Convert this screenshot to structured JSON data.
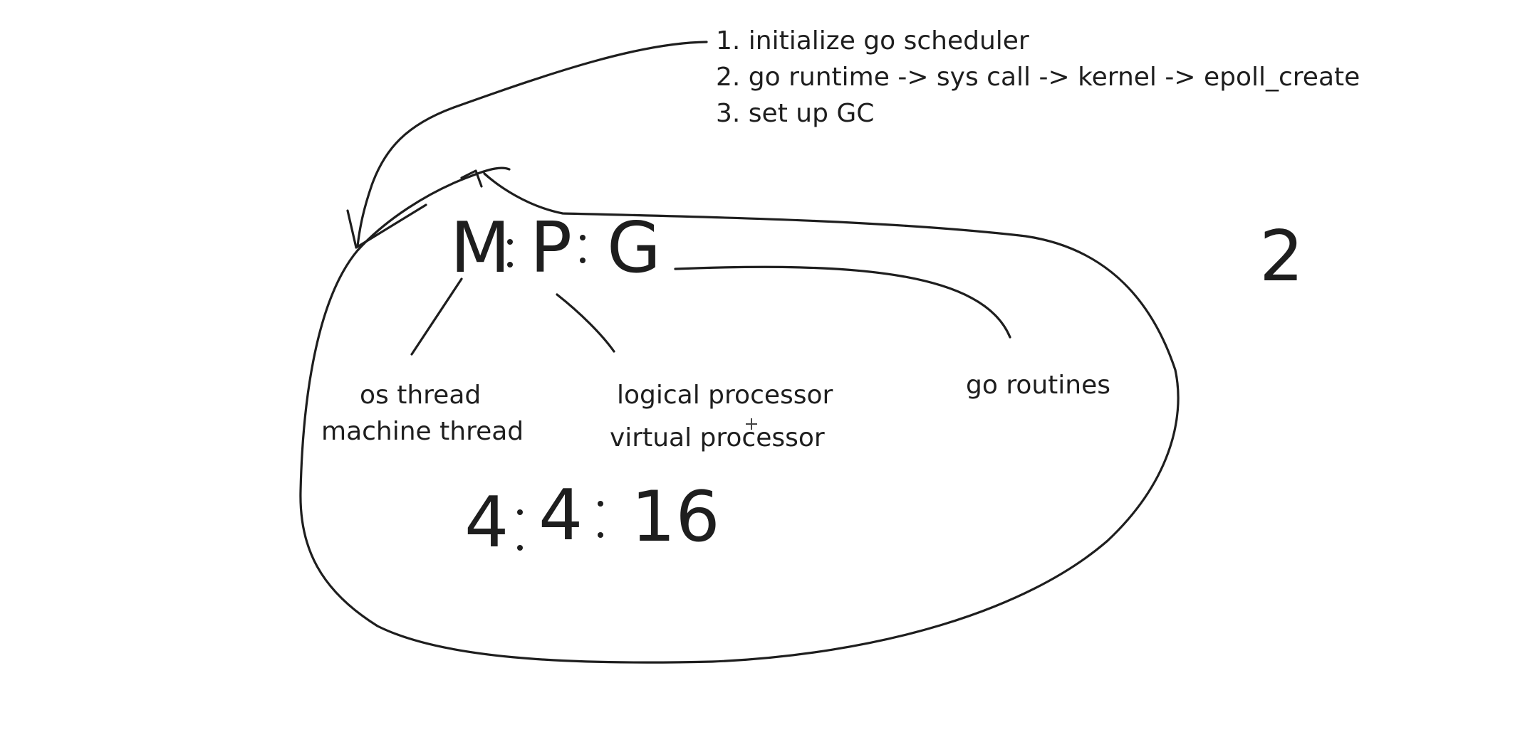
{
  "steps": [
    "1. initialize go scheduler",
    "2. go runtime -> sys call -> kernel -> epoll_create",
    "3. set up GC"
  ],
  "model": {
    "m": "M",
    "p": "P",
    "g": "G"
  },
  "labels": {
    "m_line1": "os thread",
    "m_line2": "machine thread",
    "p_line1": "logical processor",
    "p_line2": "virtual processor",
    "g_line1": "go routines"
  },
  "ratio": {
    "m": "4",
    "p": "4",
    "g": "16"
  },
  "side_number": "2",
  "icons": {
    "cursor": "crosshair-cursor-icon"
  }
}
